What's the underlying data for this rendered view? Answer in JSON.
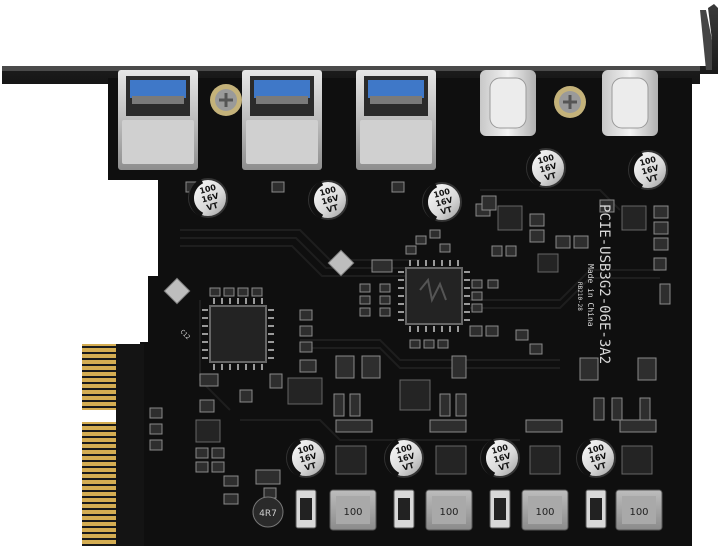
{
  "image": {
    "subject": "USB PCIe expansion card",
    "background_color": "#ffffff",
    "board_color": "#111111",
    "bracket_color": "#2a2a2a",
    "gold_finger_color": "#c9a24a"
  },
  "ports": {
    "usb_a_count": 3,
    "usb_c_count": 2
  },
  "silkscreen": {
    "model_line": "PCIE-USB3G2-06E-3A2",
    "side_text": "Made in China",
    "small_code": "RB210-28",
    "misc_label": "C12"
  },
  "capacitor_marking": {
    "line1": "100",
    "line2": "16V",
    "line3": "VT"
  },
  "inductor_marking": "100",
  "small_inductor_marking": "4R7"
}
